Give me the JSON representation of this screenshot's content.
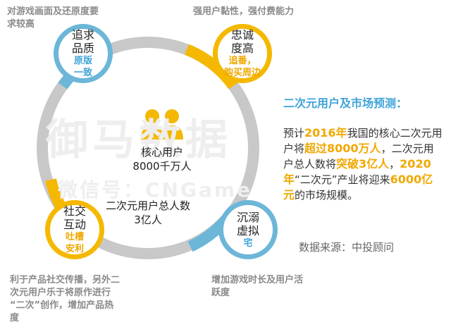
{
  "captions": {
    "top_left": [
      "对游戏画面及还原度要",
      "求较高"
    ],
    "top_right": "强用户黏性，强付费能力",
    "bottom_left": [
      "利于产品社交传播，另外二",
      "次元用户乐于将原作进行",
      "“二次”创作，增加产品热",
      "度"
    ],
    "bottom_right": [
      "增加游戏时长及用户活",
      "跃度"
    ]
  },
  "nodes": {
    "quality": {
      "title": [
        "追求",
        "品质"
      ],
      "sub": [
        "原版",
        "一致"
      ]
    },
    "loyal": {
      "title": [
        "忠诚",
        "度高"
      ],
      "sub": [
        "追番，",
        "购买周边"
      ]
    },
    "social": {
      "title": [
        "社交",
        "互动"
      ],
      "sub": [
        "吐槽",
        "安利"
      ]
    },
    "addict": {
      "title": [
        "沉溺",
        "虚拟"
      ],
      "sub": [
        "宅"
      ]
    }
  },
  "center": {
    "core_label": "核心用户",
    "core_value": "8000千万人",
    "total_label": "二次元用户总人数",
    "total_value": "3亿人"
  },
  "watermark": {
    "line1": "御马数据",
    "line2": "微信号：CNGame"
  },
  "forecast": {
    "title": "二次元用户及市场预测：",
    "p1": "预计",
    "h1": "2016年",
    "p2": "我国的核心二次元用户将",
    "h2": "超过8000万人",
    "p3": "，二次元用户总人数将",
    "h3": "突破3亿人",
    "p4": "，",
    "h4": "2020年",
    "p5": "“二次元”产业将迎来",
    "h5": "6000亿元",
    "p6": "的市场规模。"
  },
  "source": "数据来源：中投顾问",
  "colors": {
    "blue": "#6cb6d8",
    "yellow": "#f5b800",
    "ring_gray": "#c8c8c8",
    "accent": "#f0a800"
  }
}
